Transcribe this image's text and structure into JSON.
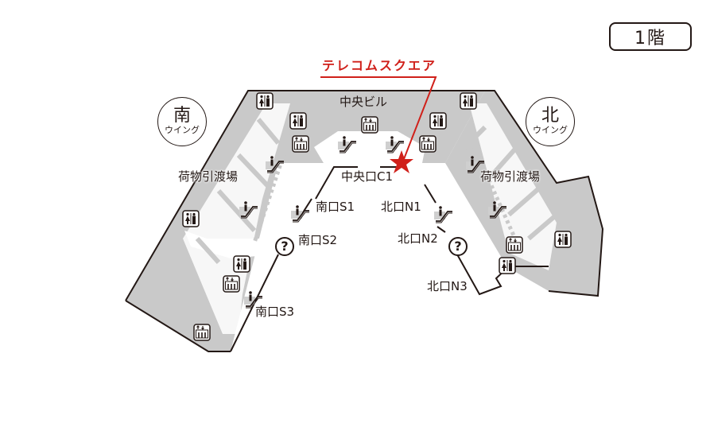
{
  "floor": {
    "label": "1階"
  },
  "highlight": {
    "label": "テレコムスクエア",
    "color": "#d0201a",
    "marker": "star"
  },
  "areas": {
    "central_building": "中央ビル",
    "south_wing": {
      "big": "南",
      "small": "ウイング"
    },
    "north_wing": {
      "big": "北",
      "small": "ウイング"
    },
    "baggage_south": "荷物引渡場",
    "baggage_north": "荷物引渡場"
  },
  "exits": {
    "c1": "中央口C1",
    "s1": "南口S1",
    "s2": "南口S2",
    "s3": "南口S3",
    "n1": "北口N1",
    "n2": "北口N2",
    "n3": "北口N3"
  },
  "icons": {
    "restroom": "restroom-icon",
    "elevator": "elevator-icon",
    "escalator": "escalator-icon",
    "information": "?"
  },
  "colors": {
    "floor_fill": "#c9c9c9",
    "walkway": "#ffffff",
    "outline": "#231815",
    "accent": "#d0201a"
  }
}
